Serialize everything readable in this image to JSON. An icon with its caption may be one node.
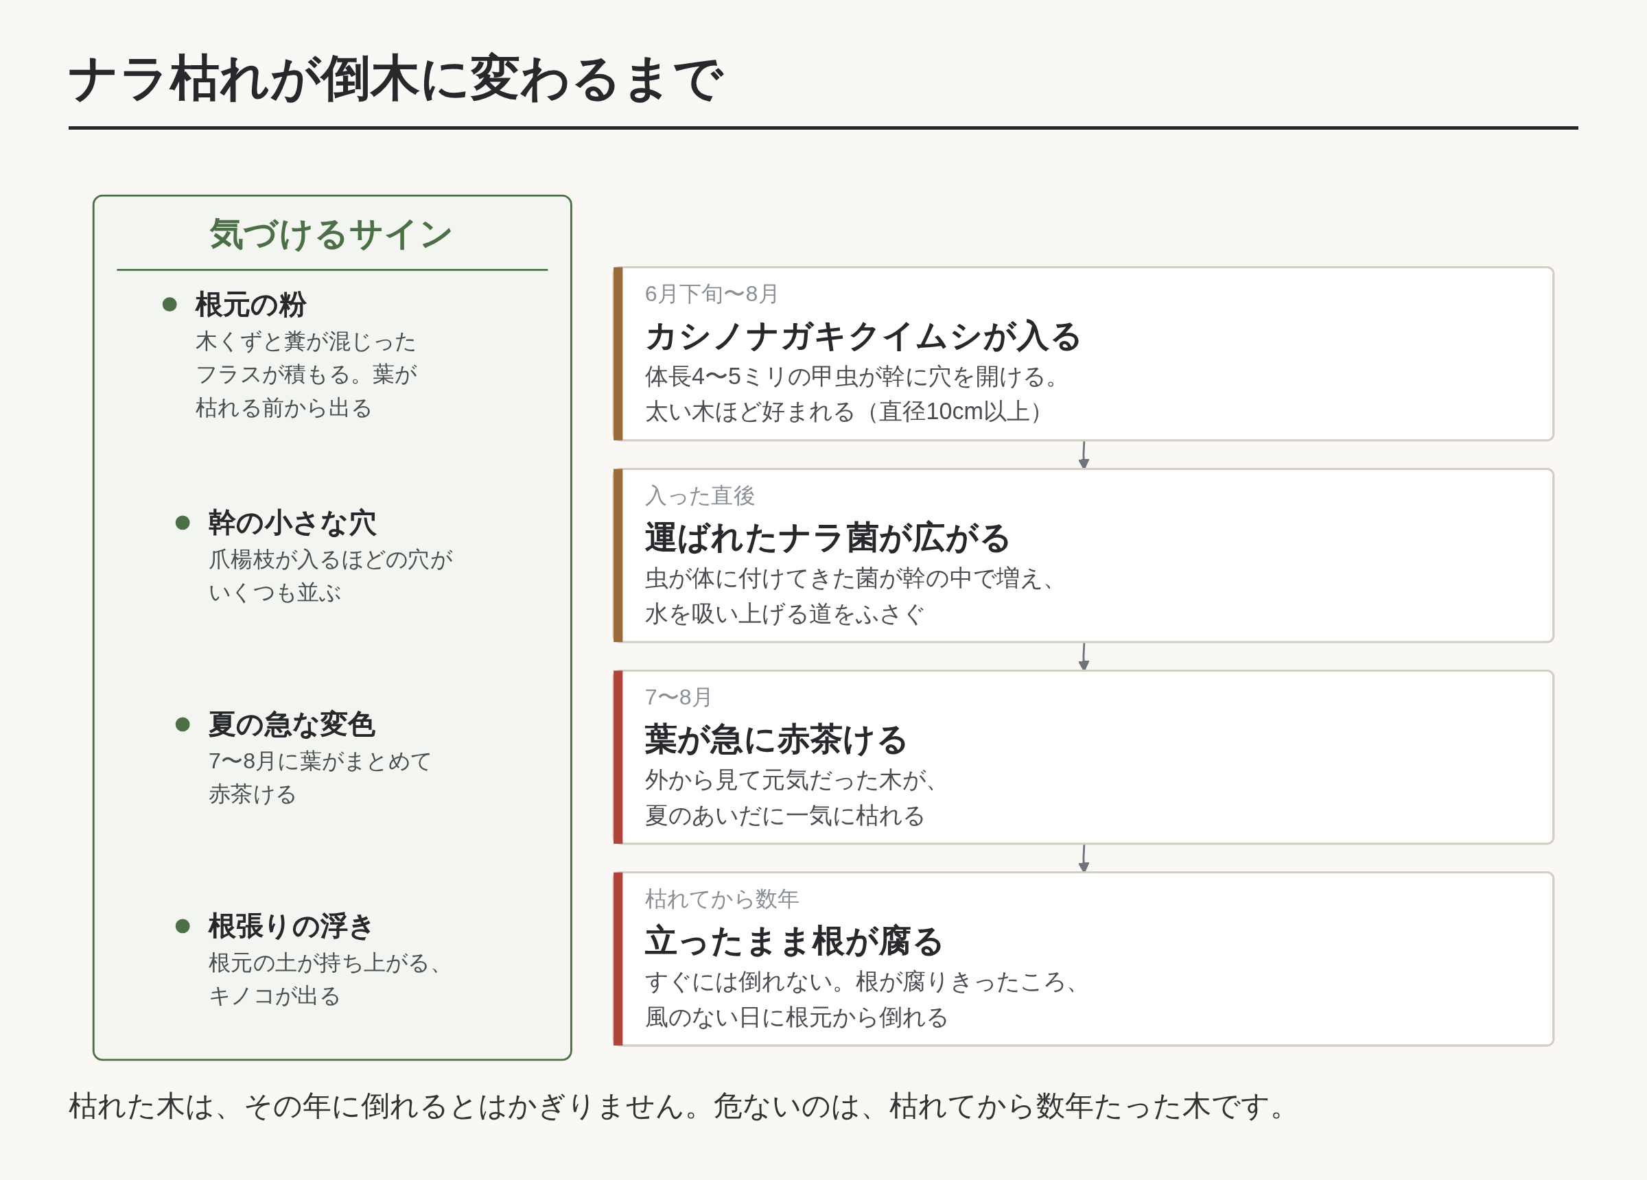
{
  "diagram": {
    "title": "ナラ枯れが倒木に変わるまで",
    "nodes": [
      {
        "text": [
          "6月下旬〜8月",
          "カシノナガキクイムシが入る",
          "体長4〜5ミリの甲虫が幹に穴を開ける。太い木ほど好まれる（直径10cm以上）"
        ]
      },
      {
        "text": [
          "入った直後",
          "運ばれたナラ菌が広がる",
          "虫が体に付けてきた菌が幹の中で増え、水を吸い上げる道をふさぐ"
        ]
      },
      {
        "text": [
          "7〜8月",
          "葉が急に赤茶ける",
          "外から見て元気だった木が、夏のあいだに一気に枯れる"
        ]
      },
      {
        "text": [
          "枯れてから数年",
          "立ったまま根が腐る",
          "すぐには倒れない。根が腐りきったころ、風のない日に根元から倒れる"
        ]
      },
      {
        "text": [
          "気づけるサイン"
        ]
      },
      {
        "text": [
          "根元の粉",
          "木くずと糞が混じったフラスが積もる。葉が枯れる前から出る"
        ],
        "in": 4
      },
      {
        "text": [
          "幹の小さな穴",
          "爪楊枝が入るほどの穴がいくつも並ぶ"
        ],
        "in": 4
      },
      {
        "text": [
          "夏の急な変色",
          "7〜8月に葉がまとめて赤茶ける"
        ],
        "in": 4
      },
      {
        "text": [
          "根張りの浮き",
          "根元の土が持ち上がる、キノコが出る"
        ],
        "in": 4
      }
    ],
    "edges": [
      {
        "from": 0,
        "to": 1,
        "arrow": "to"
      },
      {
        "from": 1,
        "to": 2,
        "arrow": "to"
      },
      {
        "from": 2,
        "to": 3,
        "arrow": "to"
      }
    ],
    "caption": "枯れた木は、その年に倒れるとはかぎりません。危ないのは、枯れてから数年たった木です。"
  }
}
